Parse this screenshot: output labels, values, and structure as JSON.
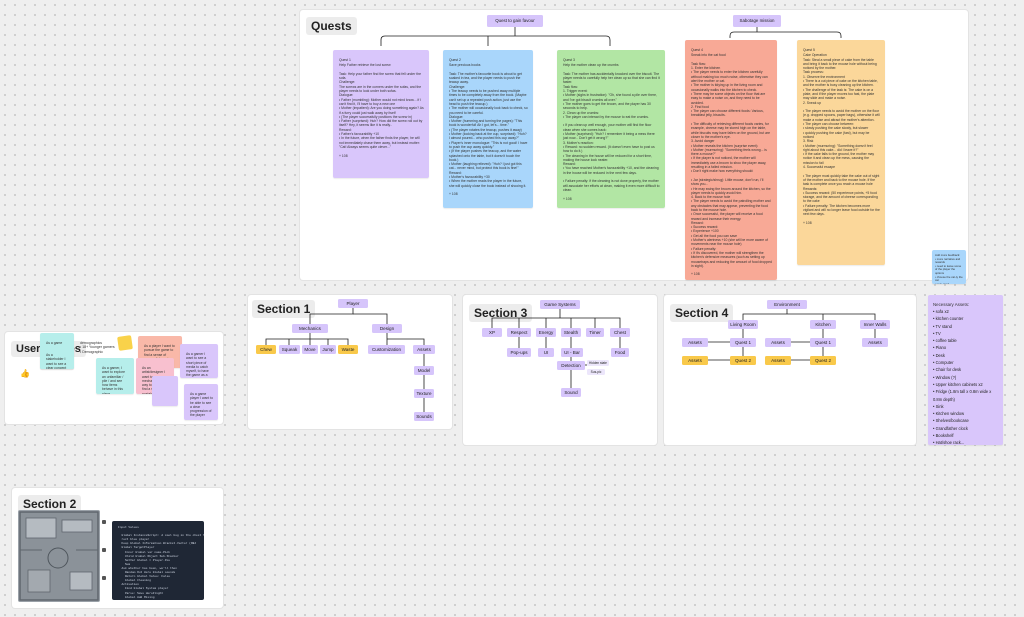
{
  "frames": {
    "quests": {
      "title": "Quests"
    },
    "section1": {
      "title": "Section 1"
    },
    "section3": {
      "title": "Section 3"
    },
    "section4": {
      "title": "Section 4"
    },
    "user_stories": {
      "title": "User Stories"
    },
    "section2": {
      "title": "Section 2"
    }
  },
  "quests": {
    "branch_favour": "Quest to gain favour",
    "branch_sabotage": "Sabotage mission",
    "notes": [
      {
        "title": "Quest 1",
        "body": "Help Father retrieve the lost screw\n\nTask: Help your father find the screw that fell under the sofa.\nChallenge:\nThe screws are in the corners under the sofas, and the player needs to look under both sofas.\nDialogue:\n• Father (mumbling): Mother would not mind know... if I can't find it, I'll have to buy a new one\n• Mother (impatient): Are you doing something again? As if a furry could just walk away by itself\n• (The player successfully positions the screw in)\n• Father (surprised): Huh? How did the screw roll out by itself? Hey, it seems like it is really..\nReward:\n• Father's favourability +10\n• In the future, when the father finds the player, he will not immediately chase them away, but instead mutter: \"Cat! Always seems quite clever...\"\n\n+ 108"
      },
      {
        "title": "Quest 2",
        "body": "Save precious books\n\nTask: The mother's favourite book is about to get soaked in tea, and the player needs to push the teacup away.\nChallenge:\n• The teacup needs to be pushed away multiple times to be completely away from the book. (Maybe can't set up a repeated push action, just use the head to push the teacup.)\n• The mother will occasionally look back to check, so you need to be careful.\nDialogue:\n• Mother (humming and turning the pages): \"This book is wonderful! Ah I got, let's... time.\"\n• (The player rotates the teacup, pushes it away)\n• Mother (looking back at the cup, surprised): \"Huh? I almost poured... who pushed this cup away?\"\n• Player's inner monologue: \"This is not good! I have to push the cup away quickly.\"\n• (If the player pushes the teacup, and the water splashed onto the table, but it doesn't touch the book.)\n• Mother (laughing relieved): \"Huh? I just got this cat... never mind, but protect this book is fine!\"\nReward:\n• Mother's favourability +30\n• When the mother reads the player in the future, she will quickly close the book instead of shooing it.\n\n+ 108"
      },
      {
        "title": "Quest 3",
        "body": "Help the mother clean up the crumbs\n\nTask: The mother has accidentally knocked over the biscuit. The player needs to carefully help her clean up so that she can find it faster.\nTask flow:\n1. Trigger event:\n• Mother (sighs in frustration): \"Oh, she found a pile over there, and I've got biscuit crumbs all over.\"\n• The mother goes to get the broom, and the player has 30 seconds to help.\n2. Clean up the crumbs:\n• The player can interact by the mouse to eat the crumbs.\n\n• If you clean up well enough, your mother will find the floor clean when she comes back:\n• Mother (surprised): \"Huh? I remember it being a mess there just now... Don't get it wrong?\"\n3. Mother's reaction:\n• Reward: no sudden reward. (It doesn't even have to post us how to do it.)\n• The cleaning in the house will be reduced for a short time, making the house look neater.\nReward:\n• You have reached Mother's favourability +10, and the cleaning in the house will be reduced in the next few days.\n\n• Failure penalty: if the cleaning is not done properly, the mother will associate her efforts at clean, making it even more difficult to clean.\n\n+ 108"
      },
      {
        "title": "Quest 4",
        "body": "Sneak into the cat food\n\nTask flow:\n1. Enter the kitchen\n• The player needs to enter the kitchen carefully without making too much noise, otherwise they can alert the mother or cat.\n• The mother is tidying up in the living room and occasionally walks into the kitchen to check.\n• There may be some objects on the floor that are easy to make a noise on, and they need to be avoided.\n2. Find food\n• The player can choose different foods: Various, breakfast jelly, biscuits.\n\n• The difficulty of retrieving different foods varies, for example, cheese may be stored high on the table, while biscuits may have fallen on the ground, but are closer to the mother's eye.\n3. Avoid danger\n• Mother reveals the kitchen (surprise event):\n• Mother (murmuring): \"Something feels wrong... is there a mouse?\"\n• If the player is not noticed, the mother will immediately use a broom to shoo the player away, resulting in a failed mission.\n• Don't right make how everything should:\n\n• Jar (strategic/shrug): Little mouse, don't run, I'll show you...\n• He may swing the broom around the kitchen, so the player needs to quickly avoid him.\n4. Back to the mouse hole\n• The player needs to avoid the patrolling mother and any obstacles that may appear, preventing the food back to the mouse hole.\n• Once successful, the player will receive a food reward and increase their energy.\nReward:\n• Success reward:\n• Experience +100\n• Get all the food you can save\n• Mother's alertness +10 (she will be more aware of movements near the mouse hole)\n• Failure penalty:\n• If it's discovered, the mother will strengthen the kitchen's defensive measures (such as setting up mousetraps and reducing the amount of food dropped in sight).\n\n+ 108"
      },
      {
        "title": "Quest 5",
        "body": "Cake Operation\nTask: Steal a small piece of cake from the table and bring it back to the mouse hole without being noticed by the mother.\nTask process:\n1. Observe the environment\n• There is a cut piece of cake on the kitchen table, and the mother is busy cleaning up the kitchen.\n• The challenge of the task is: The cake is on a plate, and if the player moves too fast, the plate may slide and make a noise.\n2. Sneak up\n\n• The player needs to avoid the mother on the floor (e.g. dropped spoons, paper bags), otherwise it will make a noise and attract the mother's attention.\n• The player can choose between:\n• slowly pushing the cake slowly, but slower\n• quickly pushing the cake (fast), but may be noticed\n3. Risk\n• Mother (murmuring): \"Something doesn't feel right about this cake... did I leave it?\"\n• If the cake falls to the ground, the mother may notice it and clean up the mess, causing the mission to fail\n4. Successful escape\n\n• The player must quickly take the cake out of sight of the mother and back to the mouse hole. If the task is complete once you reach a mouse hole\nRewards:\n• Success reward: (50 experience points, +5 food storage, and the amount of cheese corresponding to the cake\n• Failure penalty: The kitchen becomes more vigilant and will no longer leave food outside for the next few days.\n\n+ 108"
      }
    ],
    "sidenote": "Add more feedback:\n• more narrative and rewards\n• need to leave some of the player the options\n• choose the cat-ty the cat\n• very good\n\n+ 108"
  },
  "section1": {
    "root": "Player",
    "mechanics": "Mechanics",
    "design": "Design",
    "mech_items": [
      "Chew",
      "Squeak",
      "Move",
      "Jump",
      "Waste"
    ],
    "customization": "Customization",
    "assets": "Assets",
    "asset_chain": [
      "Model",
      "Texture",
      "Sounds"
    ]
  },
  "section3": {
    "root": "Game Systems",
    "items": [
      "XP",
      "Respect",
      "Energy",
      "Stealth",
      "Timer",
      "Chest"
    ],
    "popups": "Pop-ups",
    "ui": "UI",
    "ui_bar": "UI - Bar",
    "food": "Food",
    "detection": "Detection",
    "small1": "Hidden state",
    "small2": "Sus-pic",
    "sound": "Sound"
  },
  "section4": {
    "root": "Environment",
    "rooms": [
      "Living Room",
      "Kitchen",
      "Inner Walls"
    ],
    "quest1": "Quest 1",
    "quest2": "Quest 2",
    "assets": "Assets"
  },
  "assets_list": {
    "title": "Necessary Assets:",
    "items": [
      "sofa x2",
      "kitchen counter",
      "TV stand",
      "TV",
      "coffee table",
      "Piano",
      "Desk",
      "Computer",
      "Chair for desk",
      "Window (?)",
      "Upper kitchen cabinets x2",
      "Fridge (1.8m tall x 0.8m wide x 0.8m depth)",
      "Sink",
      "Kitchen window",
      "Shelves/bookcase",
      "Grandfather clock",
      "Bookshelf",
      "Hat/shoe rack..."
    ]
  },
  "user_stories": {
    "demo_text": "demographics\n• 18+ Younger gamers\n• Demographic",
    "notes": [
      "As a player I want to pursue the game to find a sense of accomplishment",
      "As a gamer, I want to explore an unfamiliar / pile / and see how items behave in this place",
      "As an artist/designer I want to use game mechanic as a way to create / find a sense of nostalgia",
      "As a gamer I want to see a short piece of media to catch myself, to have the game as a one / two minute distraction",
      "As a stakeholder I want to see a clear concept that is flexible and reasonable to build",
      "As a game player I want to be able to see a clear progression of the player"
    ]
  },
  "section2": {
    "code": "Input Values\n\n  Global InstanceScript: A cool bug in the chest from the anywhere was\n  rect blue player\n  Keep Global Information Bracket.Vector (OBJ\n  Global TargetPlayer\n    Inner Global var name.Pick\n    Child Global Object Sub.Stacker\n    SetVar Global = Player.Pos\n    Sum\n  Ask whether has been, we'll then\n    Random Out Hero Global sounds\n    Return Global Value: False\n    Global Cleaning\n  Activation\n    Find Global System player\n    Parse: Save HeroFlight\n    Global Add Mixing\n    Event Parse\n  Global Function Tone Event\n    Check Tree for Spike Phase Debugger\n    End Chase\n    Find Actor: end, false\n    Set Global Stack with no matching name\n    End Pre\n  Ask Random Cover\n    Add Prompt\n    Set the Random on...\n    Add Prompt state\n  Global\n    Set to Prompt Bind Prompt type to this add/set action you need\n    Or is the pause as I can make a shot to finish a minor end\n  Finalize fire Exit\n    Set Random Pick Sound\n    Set Random Stop\n  Ask Base Control Item\n    Set Stream Data for the rest of the game in the rect\n  Set\n    Quick: Key set Group Sign, Hold Pin Drum\n  End Pin ?\n  Pint Global Sign from\n    Set Global Sign Item\n    Random Out The Event"
  },
  "colors": {
    "purple_node": "#d6c5fb",
    "yellow_node": "#f9c94a",
    "note_red": "#f8a996",
    "note_orange": "#fbd79a"
  }
}
